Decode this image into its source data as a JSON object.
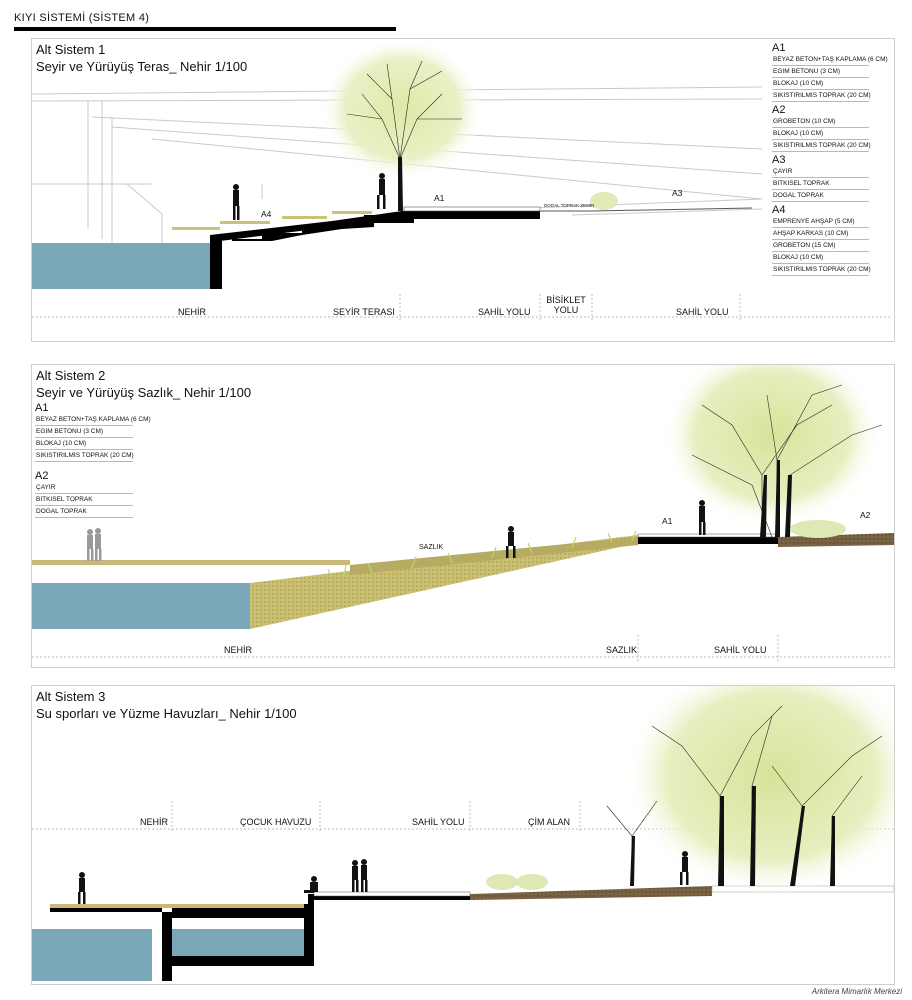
{
  "header": {
    "title": "KIYI SİSTEMİ (SİSTEM 4)"
  },
  "colors": {
    "water": "#7aa8b8",
    "soil": "#7a6a4c",
    "reed": "#c9c27a",
    "tree_glow": "#d9e6a8",
    "concrete": "#000000"
  },
  "panel1": {
    "title_line1": "Alt Sistem 1",
    "title_line2": "Seyir ve Yürüyüş Teras_ Nehir 1/100",
    "tags": {
      "a1": "A1",
      "a3": "A3",
      "a4": "A4",
      "dogal": "DOGAL TOPRAK ZEMİN"
    },
    "zones": {
      "nehir": "NEHİR",
      "seyir": "SEYİR TERASI",
      "sahil1": "SAHİL YOLU",
      "bisiklet_1": "BİSİKLET",
      "bisiklet_2": "YOLU",
      "sahil2": "SAHİL YOLU"
    },
    "legend": [
      {
        "label": "A1",
        "rows": [
          "BEYAZ BETON+TAŞ KAPLAMA (6 CM)",
          "EGIM BETONU (3 CM)",
          "BLOKAJ (10 CM)",
          "SIKISTIRILMIS TOPRAK (20 CM)"
        ]
      },
      {
        "label": "A2",
        "rows": [
          "GROBETON (10 CM)",
          "BLOKAJ (10 CM)",
          "SIKISTIRILMIS TOPRAK (20 CM)"
        ]
      },
      {
        "label": "A3",
        "rows": [
          "ÇAYIR",
          "BITKISEL TOPRAK",
          "DOGAL TOPRAK"
        ]
      },
      {
        "label": "A4",
        "rows": [
          "EMPRENYE AHŞAP (5 CM)",
          "AHŞAP KARKAS (10 CM)",
          "GROBETON (15 CM)",
          "BLOKAJ (10 CM)",
          "SIKISTIRILMIS TOPRAK (20 CM)"
        ]
      }
    ]
  },
  "panel2": {
    "title_line1": "Alt Sistem 2",
    "title_line2": "Seyir ve Yürüyüş Sazlık_ Nehir 1/100",
    "tags": {
      "a1": "A1",
      "a2": "A2",
      "sazlik": "SAZLIK"
    },
    "zones": {
      "nehir": "NEHİR",
      "sazlik": "SAZLIK",
      "sahil": "SAHİL YOLU"
    },
    "legend": [
      {
        "label": "A1",
        "rows": [
          "BEYAZ BETON+TAŞ KAPLAMA (6 CM)",
          "EGIM BETONU (3 CM)",
          "BLOKAJ (10 CM)",
          "SIKISTIRILMIS TOPRAK (20 CM)"
        ]
      },
      {
        "label": "A2",
        "rows": [
          "ÇAYIR",
          "BITKISEL TOPRAK",
          "DOGAL TOPRAK"
        ]
      }
    ]
  },
  "panel3": {
    "title_line1": "Alt Sistem 3",
    "title_line2": "Su sporları  ve Yüzme Havuzları_ Nehir 1/100",
    "zones": {
      "nehir": "NEHİR",
      "cocuk": "ÇOCUK HAVUZU",
      "sahil": "SAHİL YOLU",
      "cim": "ÇİM ALAN"
    }
  },
  "footer": {
    "credit": "Arkitera Mimarlık Merkezi"
  }
}
